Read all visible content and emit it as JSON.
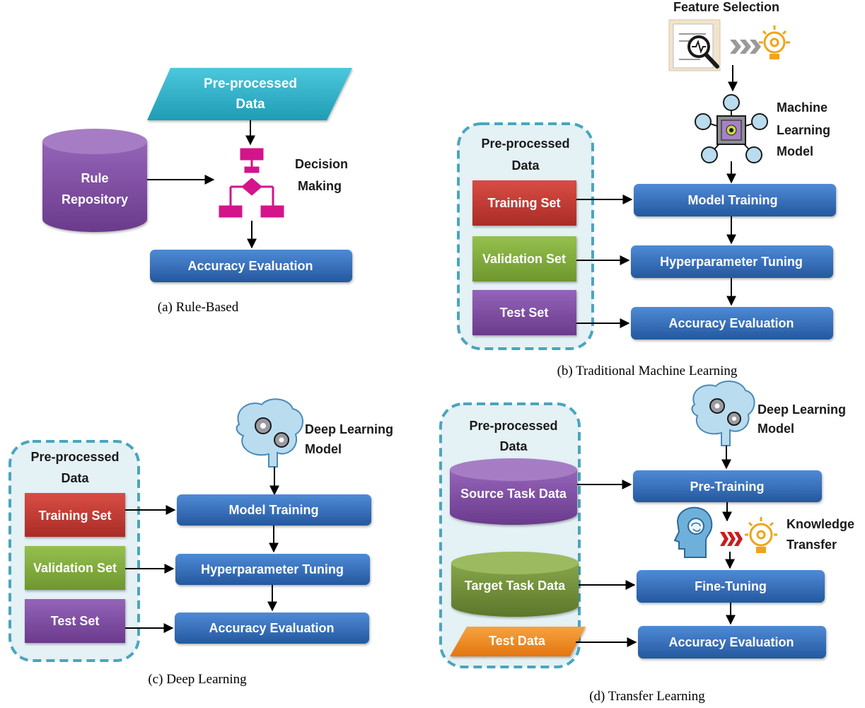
{
  "panel_a": {
    "input": [
      "Pre-processed",
      "Data"
    ],
    "repo": [
      "Rule",
      "Repository"
    ],
    "decision": [
      "Decision",
      "Making"
    ],
    "eval": "Accuracy Evaluation",
    "caption": "(a) Rule-Based"
  },
  "panel_b": {
    "feature": "Feature Selection",
    "model": [
      "Machine",
      "Learning",
      "Model"
    ],
    "data": [
      "Pre-processed",
      "Data"
    ],
    "train_set": "Training Set",
    "val_set": "Validation Set",
    "test_set": "Test Set",
    "step1": "Model Training",
    "step2": "Hyperparameter Tuning",
    "step3": "Accuracy Evaluation",
    "caption": "(b) Traditional Machine Learning"
  },
  "panel_c": {
    "model": [
      "Deep Learning",
      "Model"
    ],
    "data": [
      "Pre-processed",
      "Data"
    ],
    "train_set": "Training Set",
    "val_set": "Validation Set",
    "test_set": "Test Set",
    "step1": "Model Training",
    "step2": "Hyperparameter Tuning",
    "step3": "Accuracy Evaluation",
    "caption": "(c) Deep Learning"
  },
  "panel_d": {
    "model": [
      "Deep Learning",
      "Model"
    ],
    "data": [
      "Pre-processed",
      "Data"
    ],
    "source": "Source Task Data",
    "target": "Target Task Data",
    "test": "Test Data",
    "step1": "Pre-Training",
    "transfer": [
      "Knowledge",
      "Transfer"
    ],
    "step2": "Fine-Tuning",
    "step3": "Accuracy Evaluation",
    "caption": "(d) Transfer Learning"
  },
  "colors": {
    "blue": "#2e68b4",
    "teal": "#2bb3cc",
    "purple": "#7d4a9e",
    "red": "#c23a32",
    "green": "#7fa83a",
    "olive": "#6f8a35",
    "orange": "#f08a1c",
    "magenta": "#d4148a",
    "dash": "#4aa5bf",
    "panel": "#e4f1f5"
  }
}
